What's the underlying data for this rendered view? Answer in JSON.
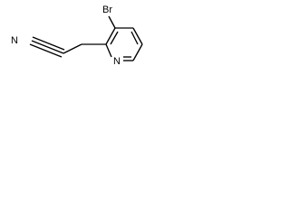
{
  "molecule": {
    "atoms": {
      "br": "Br",
      "n_nitrile": "N",
      "n_ring": "N"
    },
    "bond_color": "#000000",
    "background": "#ffffff"
  }
}
